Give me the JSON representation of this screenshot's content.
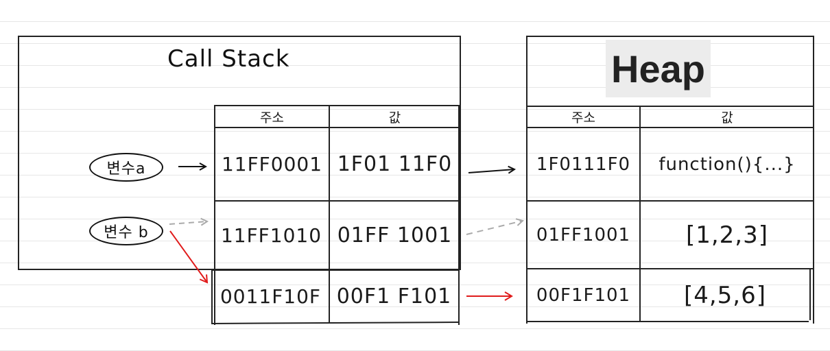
{
  "call_stack": {
    "title": "Call Stack",
    "headers": {
      "address": "주소",
      "value": "값"
    },
    "rows": [
      {
        "address": "11FF0001",
        "value": "1F01 11F0"
      },
      {
        "address": "11FF1010",
        "value": "01FF 1001"
      },
      {
        "address": "0011F10F",
        "value": "00F1 F101"
      }
    ]
  },
  "heap": {
    "title": "Heap",
    "headers": {
      "address": "주소",
      "value": "값"
    },
    "rows": [
      {
        "address": "1F0111F0",
        "value": "function(){...}"
      },
      {
        "address": "01FF1001",
        "value": "[1,2,3]"
      },
      {
        "address": "00F1F101",
        "value": "[4,5,6]"
      }
    ]
  },
  "variables": [
    {
      "label": "변수a"
    },
    {
      "label": "변수 b"
    }
  ],
  "colors": {
    "ink": "#111111",
    "new_reference": "#e01b1b",
    "old_reference": "#aaaaaa",
    "heap_title_bg": "#ececec"
  }
}
